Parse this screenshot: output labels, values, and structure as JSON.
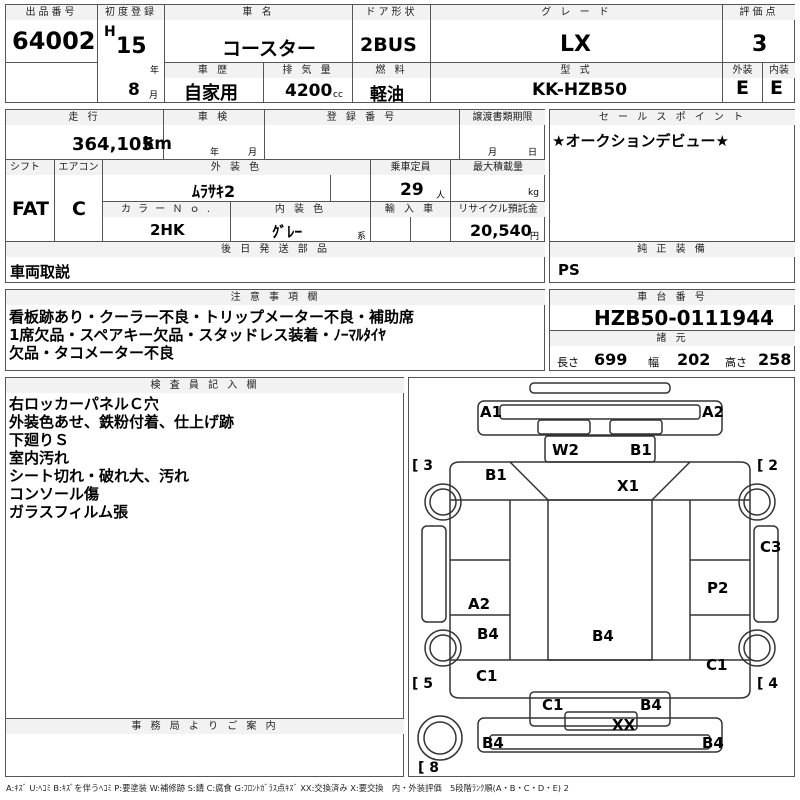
{
  "lot": {
    "label": "出品番号",
    "value": "64002"
  },
  "first_reg": {
    "label": "初度登録",
    "era": "H",
    "year": "15",
    "year_unit": "年",
    "month": "8",
    "month_unit": "月"
  },
  "car_name": {
    "label": "車 名",
    "value": "コースター"
  },
  "door": {
    "label": "ドア形状",
    "value": "2BUS"
  },
  "grade": {
    "label": "グ レ ー ド",
    "value": "LX"
  },
  "score": {
    "label": "評価点",
    "value": "3",
    "ext_label": "外装",
    "int_label": "内装",
    "ext": "E",
    "int": "E"
  },
  "history": {
    "label": "車 歴",
    "value": "自家用"
  },
  "displacement": {
    "label": "排 気 量",
    "value": "4200",
    "unit": "cc"
  },
  "fuel": {
    "label": "燃 料",
    "value": "軽油"
  },
  "model": {
    "label": "型 式",
    "value": "KK-HZB50"
  },
  "mileage": {
    "label": "走 行",
    "value": "364,105",
    "unit": "km"
  },
  "inspection": {
    "label": "車 検",
    "year_unit": "年",
    "month_unit": "月"
  },
  "reg_no": {
    "label": "登 録 番 号"
  },
  "transfer": {
    "label": "譲渡書類期限",
    "month_unit": "月",
    "day_unit": "日"
  },
  "sales_point": {
    "label": "セ ー ル ス ポ イ ン ト",
    "value": "★オークションデビュー★"
  },
  "shift": {
    "label": "シフト",
    "value": "FAT"
  },
  "ac": {
    "label": "エアコン",
    "value": "C"
  },
  "color": {
    "label": "外 装 色",
    "value": "ﾑﾗｻｷ2"
  },
  "capacity": {
    "label": "乗車定員",
    "value": "29",
    "unit": "人"
  },
  "load": {
    "label": "最大積載量",
    "unit": "kg"
  },
  "color_no": {
    "label": "カ ラ ー Ｎ ｏ .",
    "value": "2HK"
  },
  "interior_color": {
    "label": "内 装 色",
    "value": "ｸﾞﾚｰ",
    "unit": "系"
  },
  "import": {
    "label": "輸 入 車"
  },
  "recycle": {
    "label": "リサイクル預託金",
    "value": "20,540",
    "unit": "円"
  },
  "later_parts": {
    "label": "後 日 発 送 部 品",
    "value": "車両取説"
  },
  "genuine": {
    "label": "純 正 装 備",
    "value": "PS"
  },
  "caution": {
    "label": "注 意 事 項 欄",
    "lines": [
      "看板跡あり・クーラー不良・トリップメーター不良・補助席",
      "1席欠品・スペアキー欠品・スタッドレス装着・ﾉｰﾏﾙﾀｲﾔ",
      "欠品・タコメーター不良"
    ]
  },
  "chassis": {
    "label": "車 台 番 号",
    "value": "HZB50-0111944"
  },
  "dims": {
    "label": "諸 元",
    "length_label": "長さ",
    "length": "699",
    "width_label": "幅",
    "width": "202",
    "height_label": "高さ",
    "height": "258"
  },
  "inspector": {
    "label": "検 査 員 記 入 欄",
    "lines": [
      "右ロッカーパネルＣ穴",
      "外装色あせ、鉄粉付着、仕上げ跡",
      "下廻りＳ",
      "室内汚れ",
      "シート切れ・破れ大、汚れ",
      "コンソール傷",
      "ガラスフィルム張"
    ]
  },
  "office": {
    "label": "事 務 局 よ り ご 案 内"
  },
  "diagram": {
    "marks": [
      "A1",
      "A2",
      "W2",
      "B1",
      "B1",
      "X1",
      "C3",
      "P2",
      "A2",
      "B4",
      "B4",
      "C1",
      "C1",
      "C1",
      "B4",
      "XX",
      "B4",
      "B4"
    ],
    "brackets": [
      "[ 3",
      "[ 2",
      "[ 5",
      "[ 4",
      "[ 8"
    ]
  },
  "legend": "A:ｷｽﾞ U:ﾍｺﾐ B:ｷｽﾞを伴うﾍｺﾐ P:要塗装 W:補修跡 S:錆 C:腐食 G:ﾌﾛﾝﾄｶﾞﾗｽ点ｷｽﾞ XX:交換済み X:要交換　内・外装評価　5段階ﾗﾝｸ順(A・B・C・D・E) 2"
}
